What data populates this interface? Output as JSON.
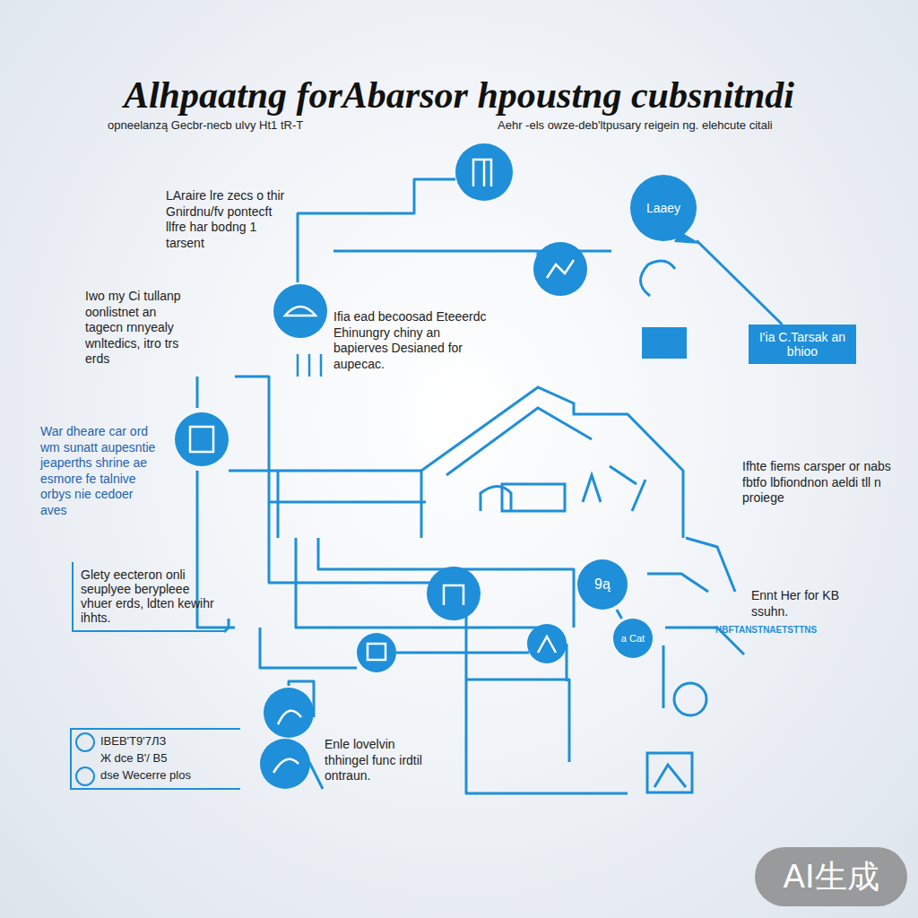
{
  "diagram": {
    "title": "Alhpaatng forAbarsor hpoustng cubsnitndi",
    "nodes": [
      {
        "text": [
          "Laaey"
        ]
      },
      {
        "text": [
          "I'ia C.Tarsak an bhioo"
        ]
      },
      {
        "text": [
          "Glety eecteron onli seuplyee berypleee vhuer erds, ldten kewihr ihhts."
        ]
      },
      {
        "text": [
          "9ą"
        ]
      },
      {
        "text": [
          "a Cat"
        ]
      },
      {
        "text": [
          "IBEB'T9'7ЛЗ",
          "Ж dce B'/ B5",
          "dse Wecerre plos"
        ]
      }
    ],
    "edges": [
      {
        "from": 0,
        "to": 1,
        "arrow": "none"
      },
      {
        "from": 3,
        "to": 4,
        "arrow": "none"
      }
    ],
    "labels": [
      "opneelanzą Gecbr-necb ulvy Ht1 tR-T",
      "Aehr -els owze-deb'ltpusary reigein ng. elehcute citali",
      "LAraire lre zecs o thir Gnirdnu/fv pontecft llfre har bodng 1 tarsent",
      "Iwo my Ci tullanp oonlistnet an tagecn rnnyealy wnltedics, itro trs erds",
      "War dheare car ord wm sunatt aupesntie jeaperths shrine ae esmore fe talnive orbys nie cedoer aves",
      "Ifia ead becoosad Eteeerdc Ehinungry chiny an bapierves Desianed for aupecac.",
      "Ifhte fiems carsper or nabs fbtfo lbfiondnon aeldi tll n proiege",
      "Ennt Her for KB ssuhn.",
      "HBFTANSTNAETSTTNS",
      "Enle lovelvin thhingel func irdtil ontraun.",
      "AI生成"
    ]
  }
}
